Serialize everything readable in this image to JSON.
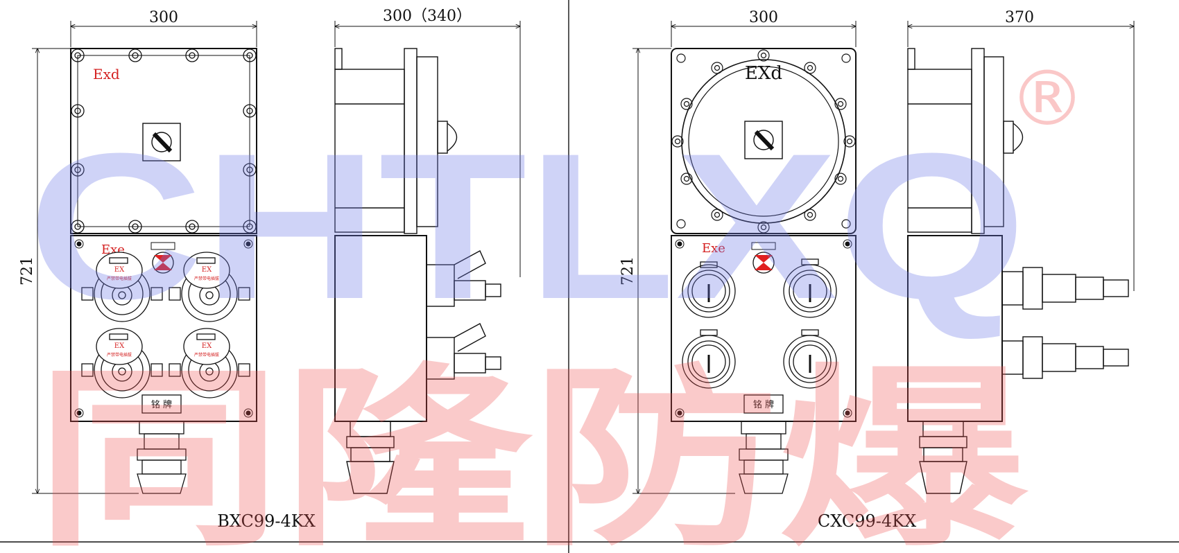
{
  "watermark": {
    "latin": "CHTLXQ",
    "registered_mark": "®",
    "chinese": "同隆防爆"
  },
  "left_drawing": {
    "model": "BXC99-4KX",
    "front_width_label": "300",
    "side_width_label": "300（340）",
    "height_label": "721",
    "upper_box_label": "Exd",
    "lower_box_label": "Exe",
    "socket_ex_label": "EX",
    "socket_caption": "严禁带电插拔",
    "nameplate_label": "铭 牌"
  },
  "right_drawing": {
    "model": "CXC99-4KX",
    "front_width_label": "300",
    "side_width_label": "370",
    "height_label": "721",
    "upper_box_label": "EXd",
    "lower_box_label": "Exe",
    "nameplate_label": "铭 牌"
  },
  "colors": {
    "line": "#111111",
    "label_red": "#d42020",
    "watermark_blue": "#6e78e6",
    "watermark_red": "#f05050"
  }
}
